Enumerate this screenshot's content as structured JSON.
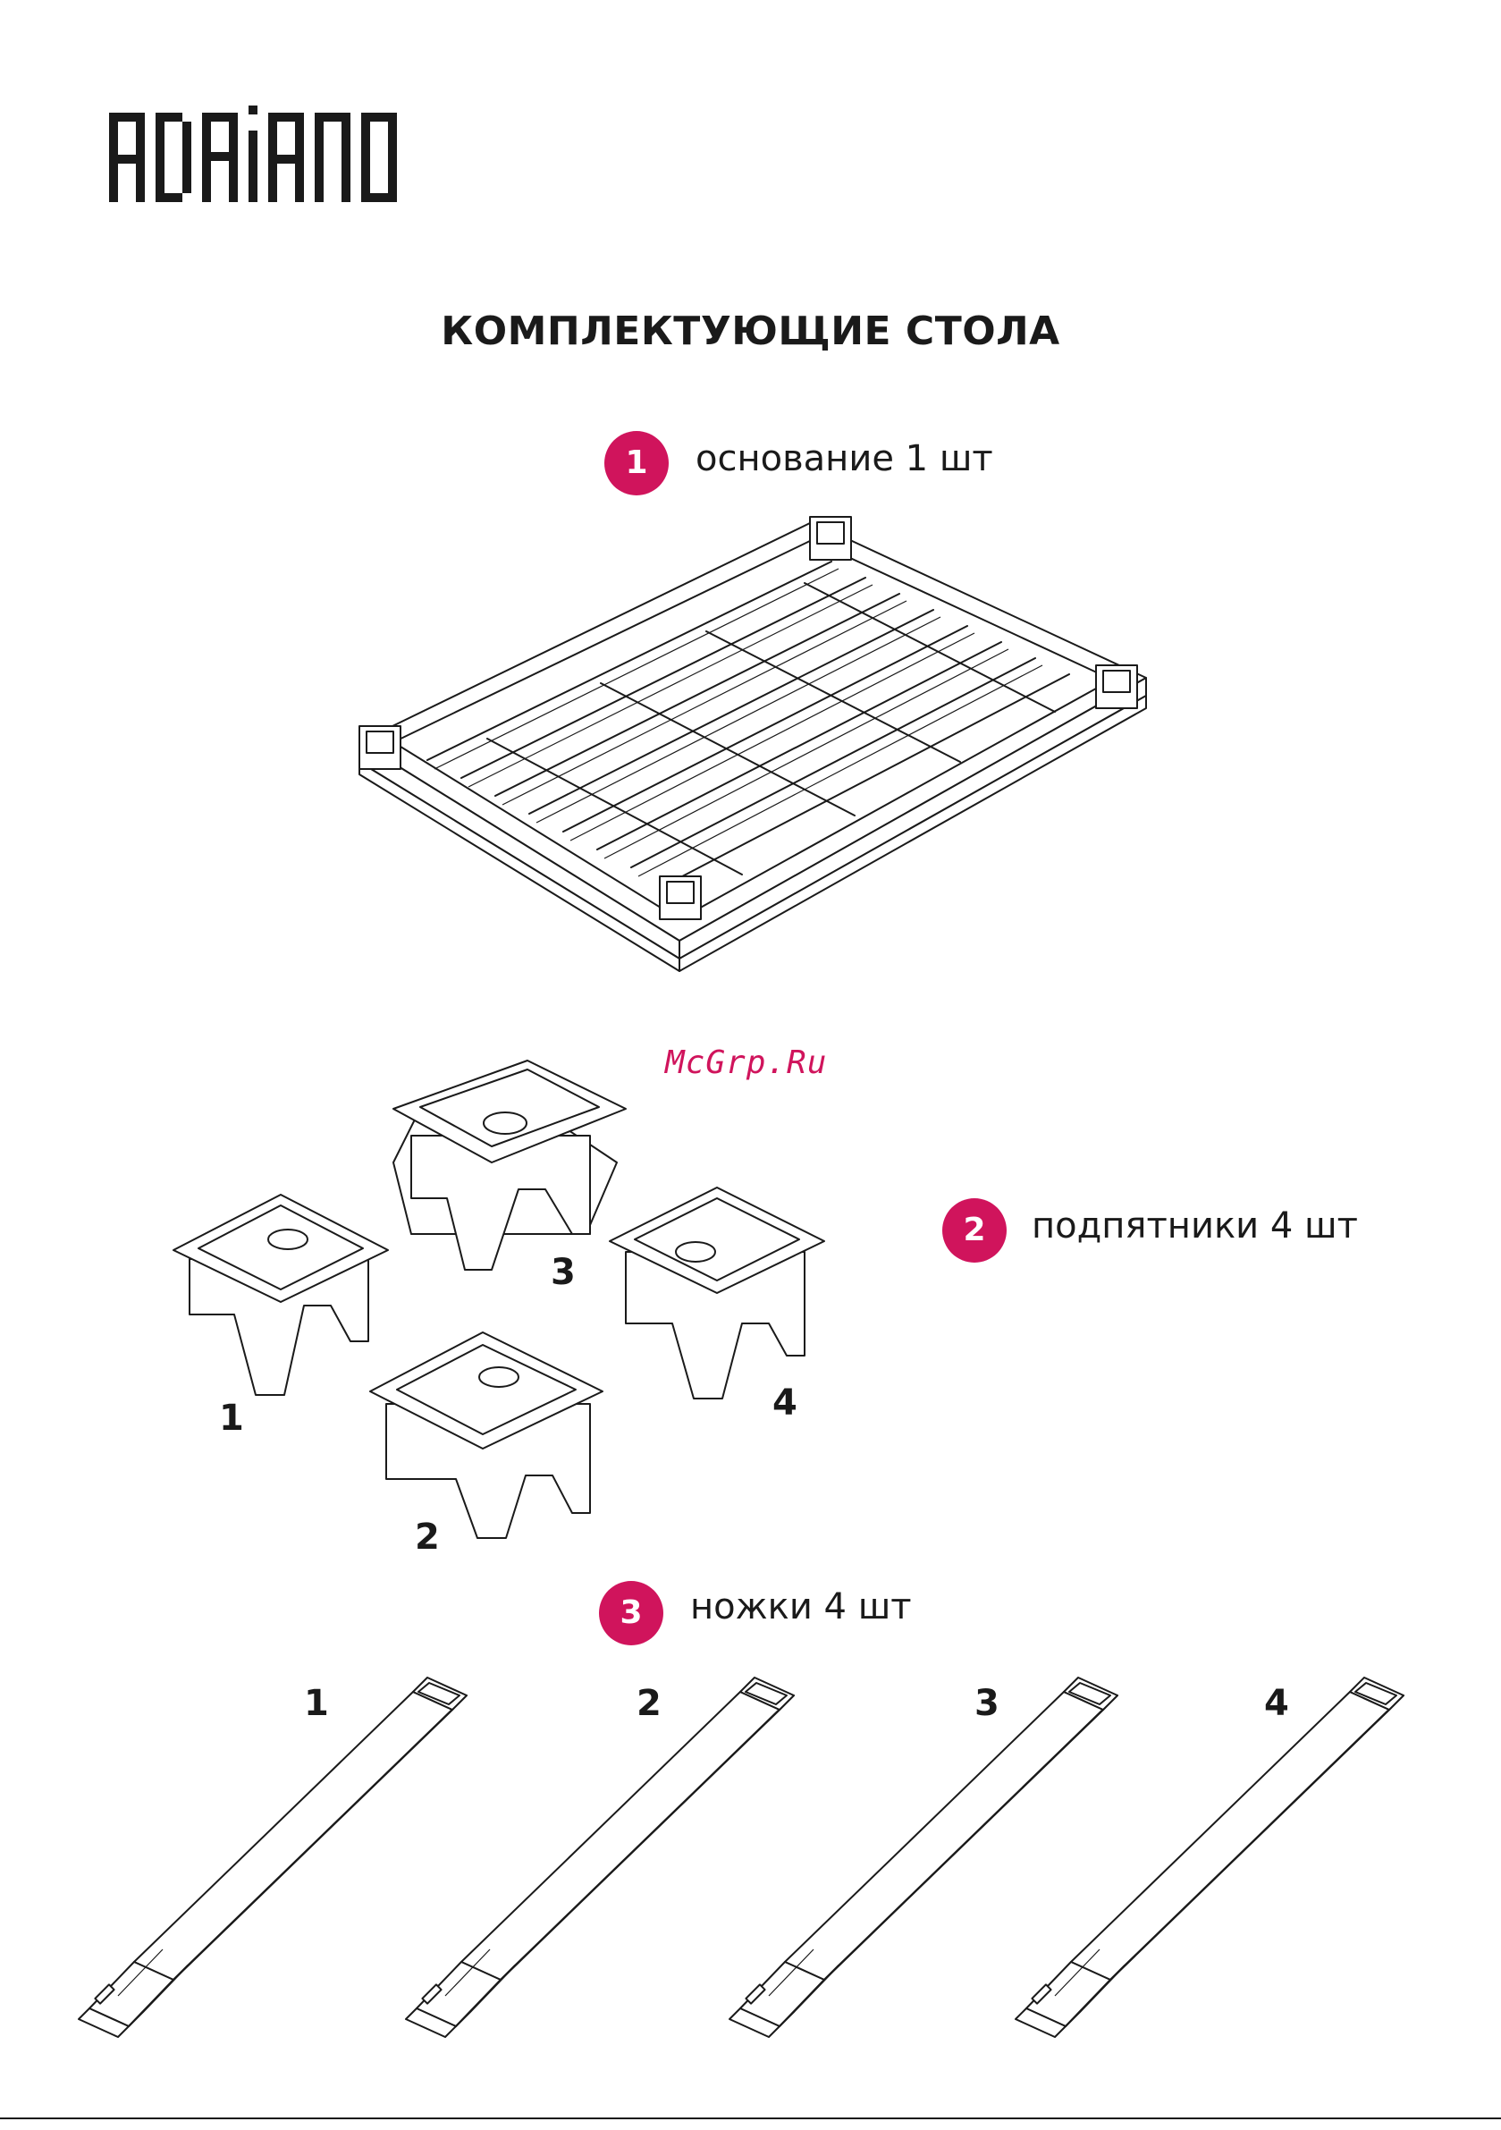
{
  "brand": {
    "logo_text": "ADRiANO"
  },
  "page_title": "КОМПЛЕКТУЮЩИЕ СТОЛА",
  "watermark": "McGrp.Ru",
  "colors": {
    "badge": "#d0145c",
    "watermark": "#d0145c",
    "ink": "#1a1a1a"
  },
  "sections": [
    {
      "number": "1",
      "label": "основание 1 шт",
      "item_numbers": []
    },
    {
      "number": "2",
      "label": "подпятники 4 шт",
      "item_numbers": [
        "1",
        "2",
        "3",
        "4"
      ]
    },
    {
      "number": "3",
      "label": "ножки 4 шт",
      "item_numbers": [
        "1",
        "2",
        "3",
        "4"
      ]
    }
  ]
}
